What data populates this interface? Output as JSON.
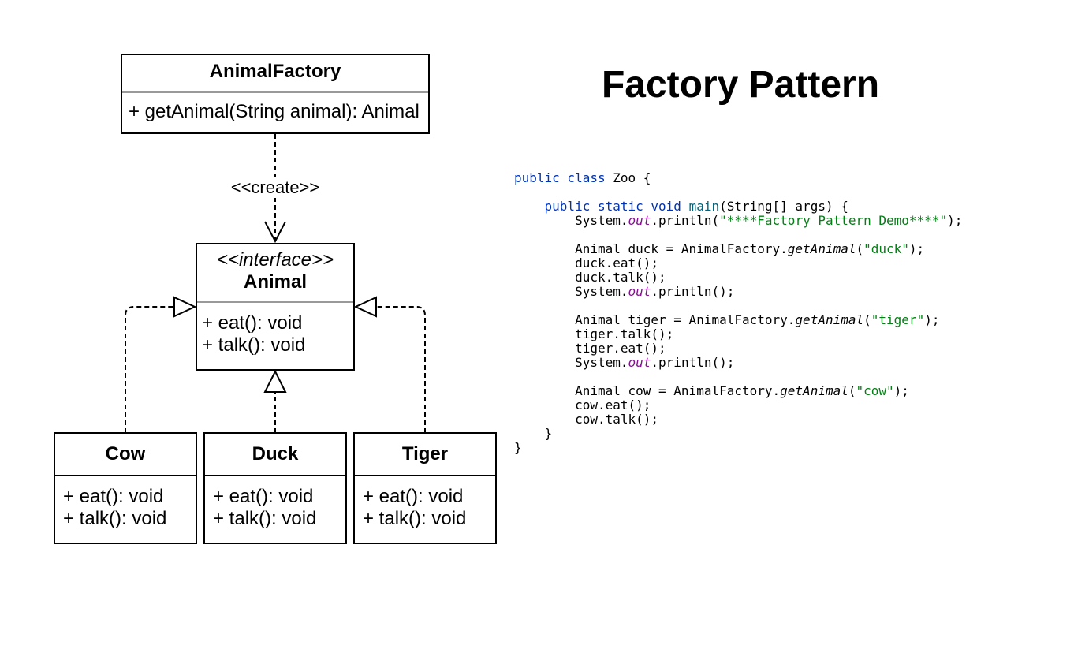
{
  "title": "Factory Pattern",
  "factory": {
    "name": "AnimalFactory",
    "method": "+ getAnimal(String animal): Animal"
  },
  "create_label": "<<create>>",
  "interface": {
    "stereotype": "<<interface>>",
    "name": "Animal",
    "methods": [
      "+ eat(): void",
      "+ talk(): void"
    ]
  },
  "classes": [
    {
      "name": "Cow",
      "methods": [
        "+ eat(): void",
        "+ talk(): void"
      ]
    },
    {
      "name": "Duck",
      "methods": [
        "+ eat(): void",
        "+ talk(): void"
      ]
    },
    {
      "name": "Tiger",
      "methods": [
        "+ eat(): void",
        "+ talk(): void"
      ]
    }
  ],
  "code": {
    "line1": {
      "kw": "public class",
      "rest": " Zoo {"
    },
    "line2": {
      "kw": "public static void",
      "fn": "main",
      "rest": "(String[] args) {"
    },
    "line3": {
      "a": "System.",
      "out": "out",
      "b": ".println(",
      "str": "\"****Factory Pattern Demo****\"",
      "c": ");"
    },
    "duck_decl": {
      "a": "Animal duck = AnimalFactory.",
      "m": "getAnimal",
      "b": "(",
      "str": "\"duck\"",
      "c": ");"
    },
    "duck_eat": "duck.eat();",
    "duck_talk": "duck.talk();",
    "println_empty": {
      "a": "System.",
      "out": "out",
      "b": ".println();"
    },
    "tiger_decl": {
      "a": "Animal tiger = AnimalFactory.",
      "m": "getAnimal",
      "b": "(",
      "str": "\"tiger\"",
      "c": ");"
    },
    "tiger_talk": "tiger.talk();",
    "tiger_eat": "tiger.eat();",
    "cow_decl": {
      "a": "Animal cow = AnimalFactory.",
      "m": "getAnimal",
      "b": "(",
      "str": "\"cow\"",
      "c": ");"
    },
    "cow_eat": "cow.eat();",
    "cow_talk": "cow.talk();",
    "close_method": "}",
    "close_class": "}"
  }
}
